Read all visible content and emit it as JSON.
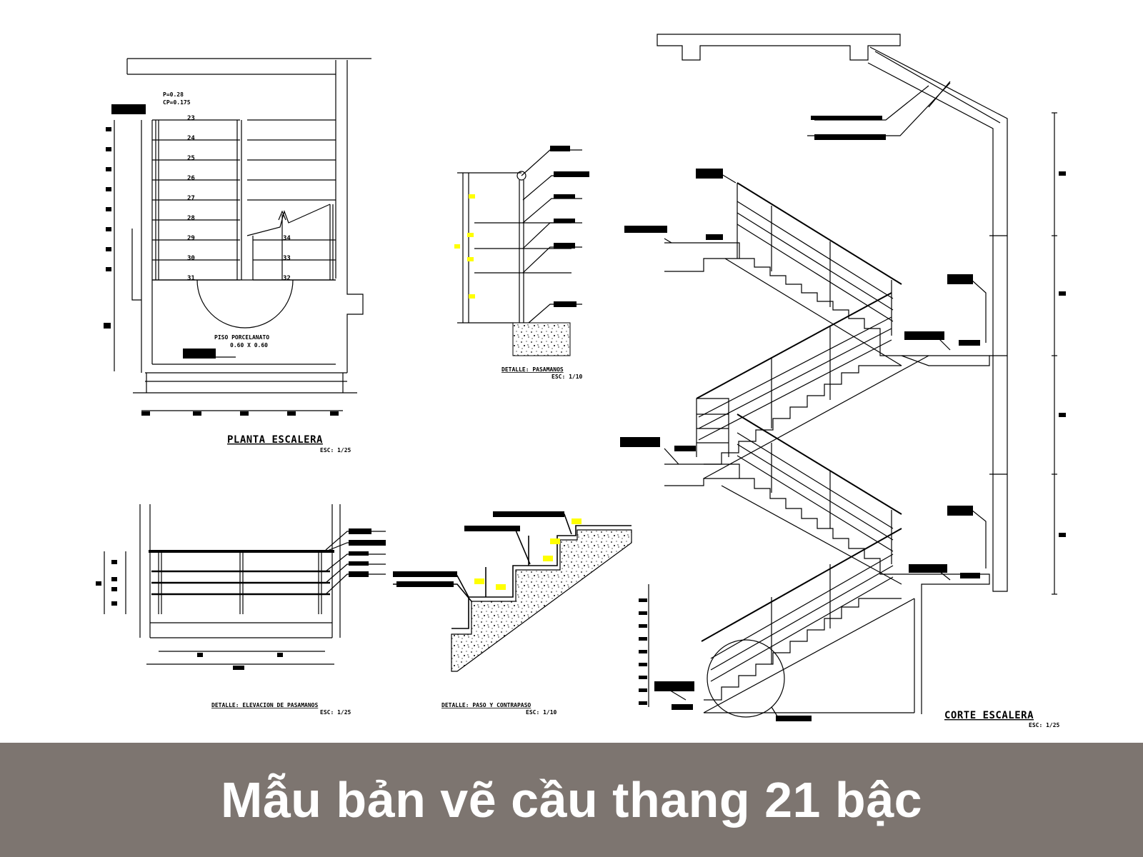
{
  "drawings": {
    "plan": {
      "title": "PLANTA ESCALERA",
      "scale": "ESC: 1/25",
      "step_dims": [
        "P=0.28",
        "CP=0.175"
      ],
      "floor_note": [
        "PISO PORCELANATO",
        "0.60 X 0.60"
      ],
      "left_step_numbers": [
        "23",
        "24",
        "25",
        "26",
        "27",
        "28",
        "29",
        "30",
        "31"
      ],
      "right_step_numbers": [
        "34",
        "33",
        "32"
      ]
    },
    "handrail_detail": {
      "title": "DETALLE: PASAMANOS",
      "scale": "ESC: 1/10"
    },
    "elevation_detail": {
      "title": "DETALLE: ELEVACION DE PASAMANOS",
      "scale": "ESC: 1/25"
    },
    "tread_detail": {
      "title": "DETALLE: PASO Y CONTRAPASO",
      "scale": "ESC: 1/10"
    },
    "section": {
      "title": "CORTE ESCALERA",
      "scale": "ESC: 1/25"
    }
  },
  "colors": {
    "line": "#000000",
    "highlight": "#ffff00",
    "caption_bg": "#7d7570",
    "caption_text": "#ffffff"
  },
  "caption": {
    "text": "Mẫu bản vẽ cầu thang 21 bậc"
  }
}
